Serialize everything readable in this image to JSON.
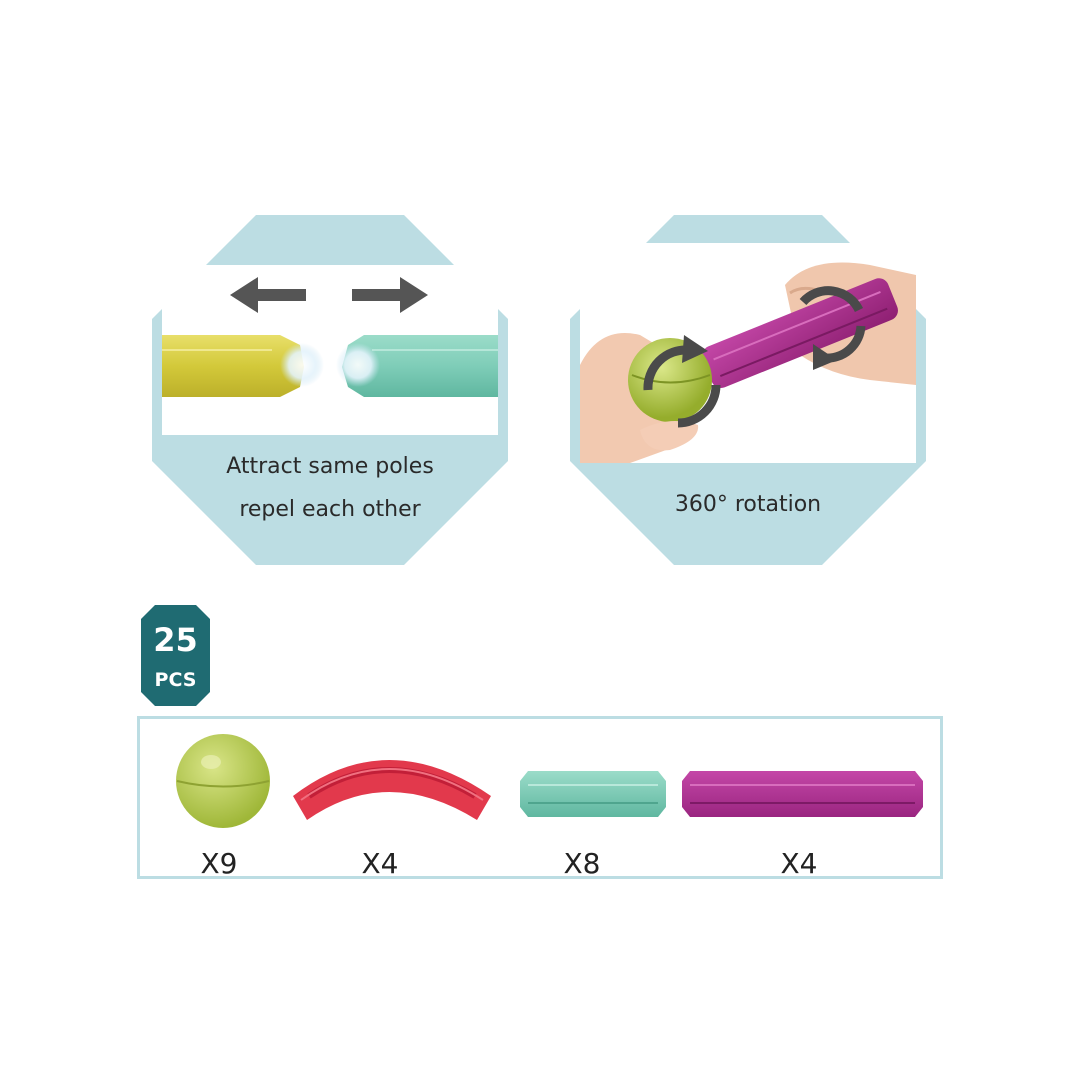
{
  "features": [
    {
      "caption_lines": [
        "Attract same poles",
        "repel each other"
      ],
      "icons": [
        "arrow-left-icon",
        "arrow-right-icon"
      ]
    },
    {
      "caption_lines": [
        "360°  rotation"
      ],
      "icons": [
        "rotate-icon",
        "rotate-icon"
      ]
    }
  ],
  "pieces_badge": {
    "count": "25",
    "unit": "PCS"
  },
  "parts": [
    {
      "shape": "ball",
      "color": "#b6cb4d",
      "quantity": "X9"
    },
    {
      "shape": "curved-rod",
      "color": "#e2394c",
      "quantity": "X4"
    },
    {
      "shape": "short-rod",
      "color": "#7fcdb8",
      "quantity": "X8"
    },
    {
      "shape": "long-rod",
      "color": "#b42b8e",
      "quantity": "X4"
    }
  ],
  "colors": {
    "panel": "#bcdde3",
    "badge": "#1f6b72",
    "arrow": "#555555"
  }
}
